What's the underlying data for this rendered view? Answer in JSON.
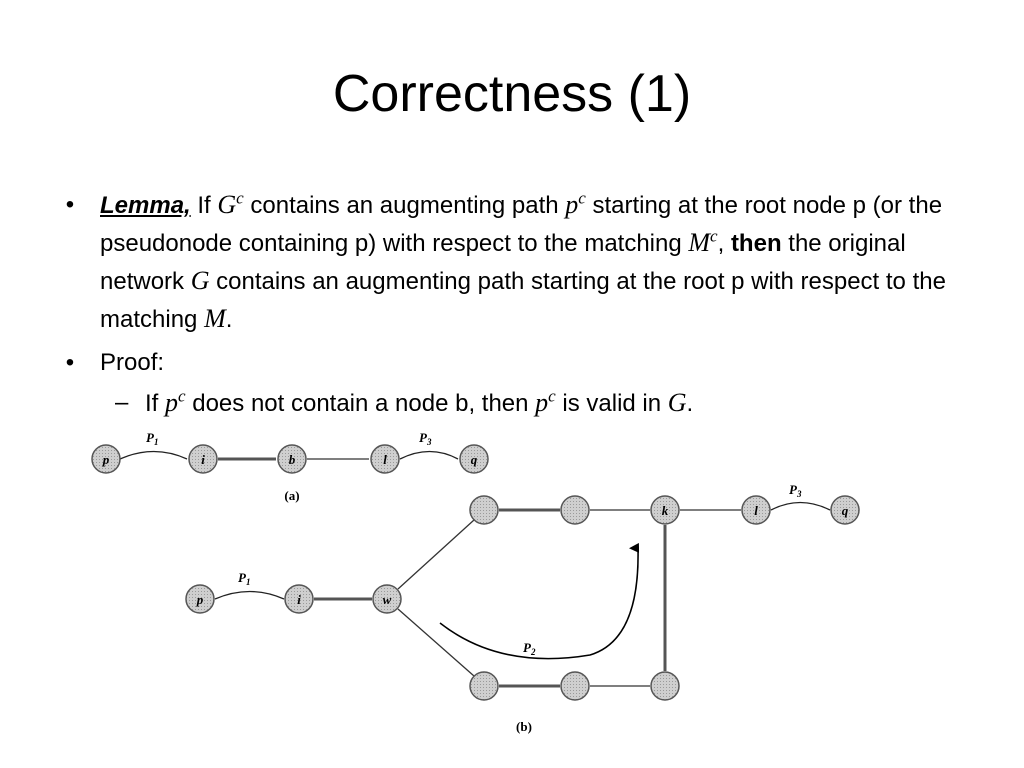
{
  "slide": {
    "title": "Correctness (1)",
    "lemma": {
      "label": "Lemma,",
      "t1": "If ",
      "g_base": "G",
      "g_sup": "c",
      "t2": " contains an augmenting path ",
      "p_base": "p",
      "p_sup": "c",
      "t3": " starting at the root node p (or the pseudonode containing p) with respect to the matching ",
      "m_base": "M",
      "m_sup": "c",
      "t4": ", ",
      "then": "then",
      "t5": " the original network ",
      "g2": "G",
      "t6": " contains an augmenting path starting at the root p with respect to the matching ",
      "m2": "M",
      "t7": "."
    },
    "proof_label": "Proof:",
    "sub": {
      "dash": "–",
      "t1": "If ",
      "p_base": "p",
      "p_sup": "c",
      "t2": " does not contain a node b, then ",
      "p2_base": "p",
      "p2_sup": "c",
      "t3": " is valid in ",
      "g": "G",
      "t4": "."
    },
    "bullet": "•"
  },
  "figure": {
    "a": {
      "caption": "(a)",
      "nodes": [
        "p",
        "i",
        "b",
        "l",
        "q"
      ],
      "path_labels": {
        "p1": "P",
        "p1_sub": "1",
        "p3": "P",
        "p3_sub": "3"
      }
    },
    "b": {
      "caption": "(b)",
      "nodes": {
        "p": "p",
        "i": "i",
        "w": "w",
        "k": "k",
        "l": "l",
        "q": "q"
      },
      "path_labels": {
        "p1": "P",
        "p1_sub": "1",
        "p2": "P",
        "p2_sub": "2",
        "p3": "P",
        "p3_sub": "3"
      }
    },
    "node_fill": "#cfcfcf",
    "node_stroke": "#555555"
  }
}
